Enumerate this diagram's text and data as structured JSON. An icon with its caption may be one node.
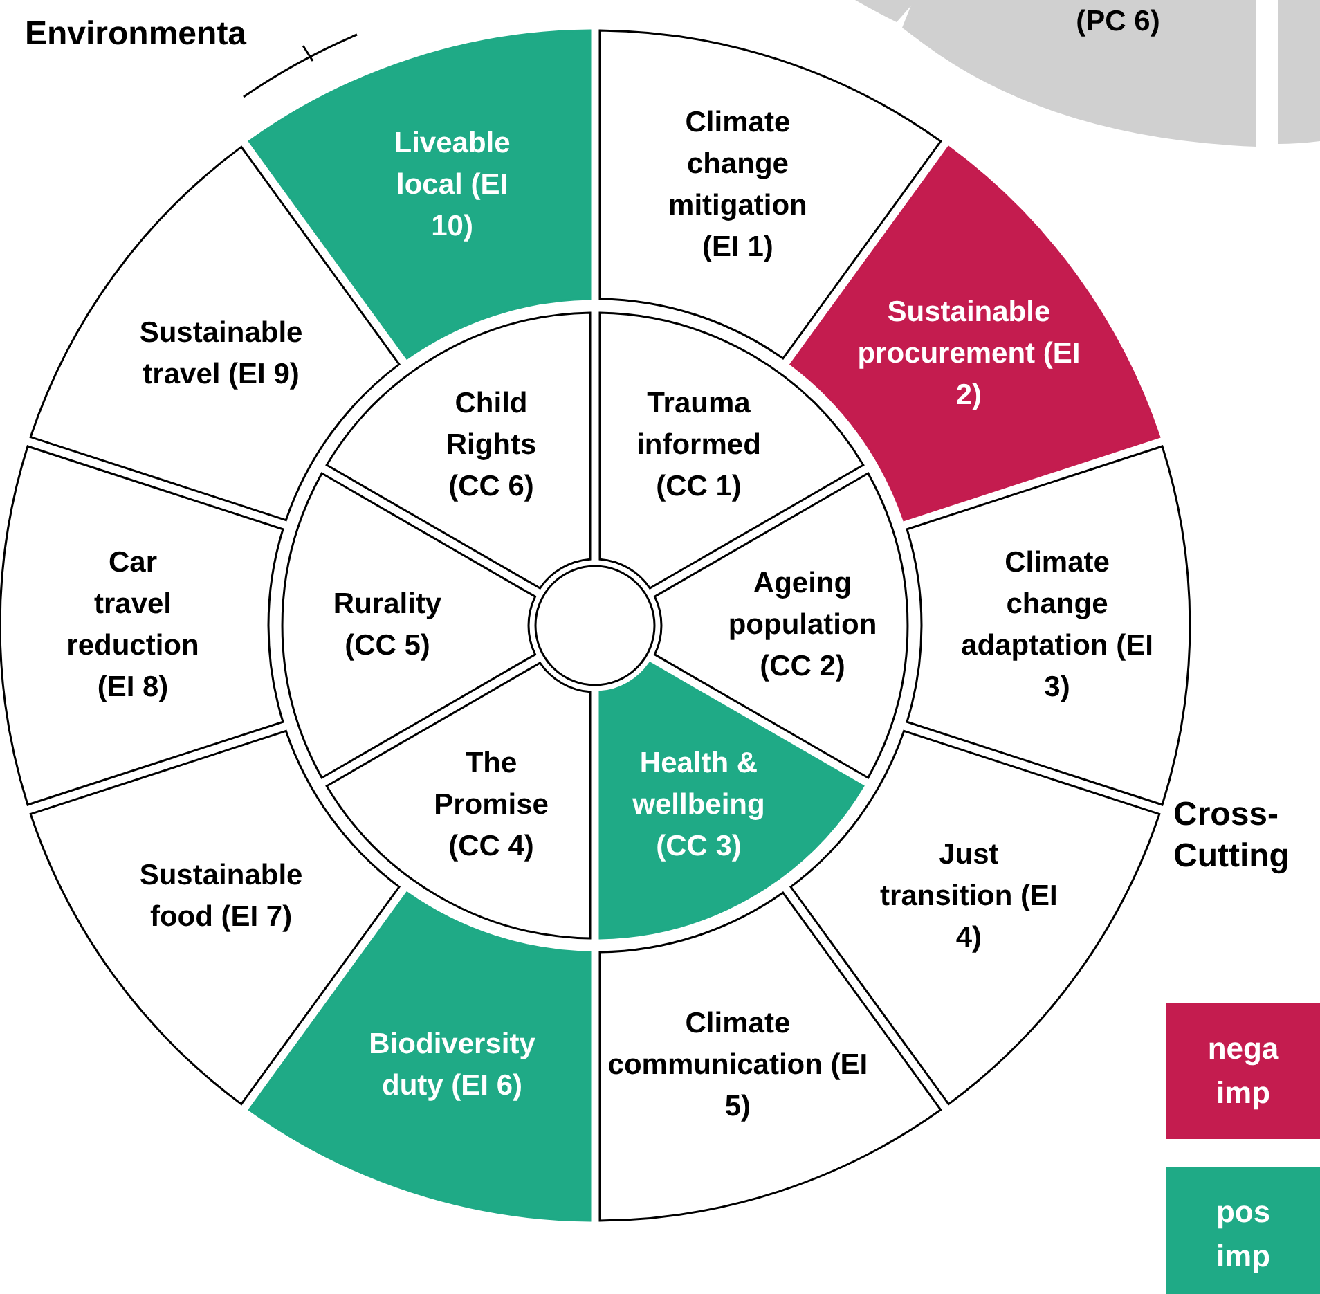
{
  "diagram": {
    "nodes": [
      {
        "text": [],
        "shape": "box"
      },
      {
        "text": [
          "(PC 6)"
        ]
      },
      {
        "text": [],
        "shape": "box"
      },
      {
        "text": [
          "Liveable local (EI 10)"
        ]
      },
      {
        "text": [
          "Climate change mitigation (EI 1)"
        ]
      },
      {
        "text": [
          "Sustainable travel (EI 9)"
        ]
      },
      {
        "text": [
          "Child Rights (CC 6)"
        ]
      },
      {
        "text": [
          "Trauma informed (CC 1)"
        ]
      },
      {
        "text": [
          "Sustainable procurement (EI 2)"
        ]
      },
      {
        "text": [
          "Car travel reduction (EI 8)"
        ]
      },
      {
        "text": [
          "Rurality (CC 5)"
        ]
      },
      {
        "text": [],
        "shape": "circle"
      },
      {
        "text": [
          "Ageing population (CC 2)"
        ]
      },
      {
        "text": [
          "Climate change adaptation (EI 3)"
        ]
      },
      {
        "text": [
          "The Promise (CC 4)"
        ]
      },
      {
        "text": [
          "Health & wellbeing (CC 3)"
        ]
      },
      {
        "text": [
          "Sustainable food (EI 7)"
        ]
      },
      {
        "text": [
          "Just transition (EI 4)"
        ]
      },
      {
        "text": [
          "Biodiversity duty (EI 6)"
        ]
      },
      {
        "text": [
          "Climate communication (EI 5)"
        ]
      }
    ],
    "labels": [
      "Environmenta",
      "Cross- Cutting"
    ],
    "legend": [
      {
        "text": "nega imp",
        "color": "#c41c4f"
      },
      {
        "text": "pos imp",
        "color": "#1faa86"
      }
    ]
  }
}
